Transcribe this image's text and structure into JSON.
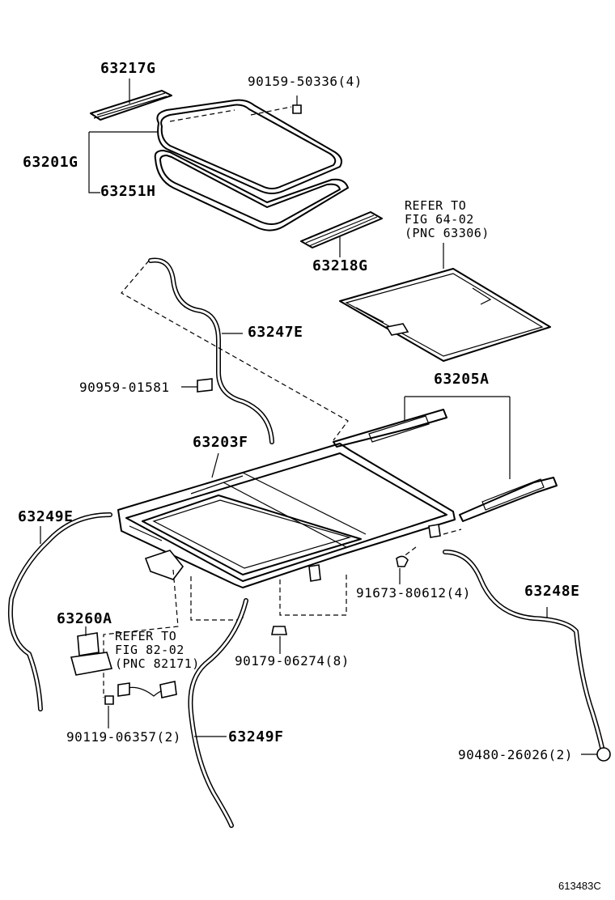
{
  "parts": {
    "p63217G": "63217G",
    "p90159": "90159-50336(4)",
    "p63201G": "63201G",
    "p63251H": "63251H",
    "p63218G": "63218G",
    "p63247E": "63247E",
    "p90959": "90959-01581",
    "p63205A": "63205A",
    "p63203F": "63203F",
    "p63249E": "63249E",
    "p91673": "91673-80612(4)",
    "p63248E": "63248E",
    "p63260A": "63260A",
    "p90179": "90179-06274(8)",
    "p90119": "90119-06357(2)",
    "p63249F": "63249F",
    "p90480": "90480-26026(2)"
  },
  "notes": {
    "refer1": [
      "REFER TO",
      "FIG 64-02",
      "(PNC 63306)"
    ],
    "refer2": [
      "REFER TO",
      "FIG 82-02",
      "(PNC 82171)"
    ]
  },
  "figure_id": "613483C"
}
